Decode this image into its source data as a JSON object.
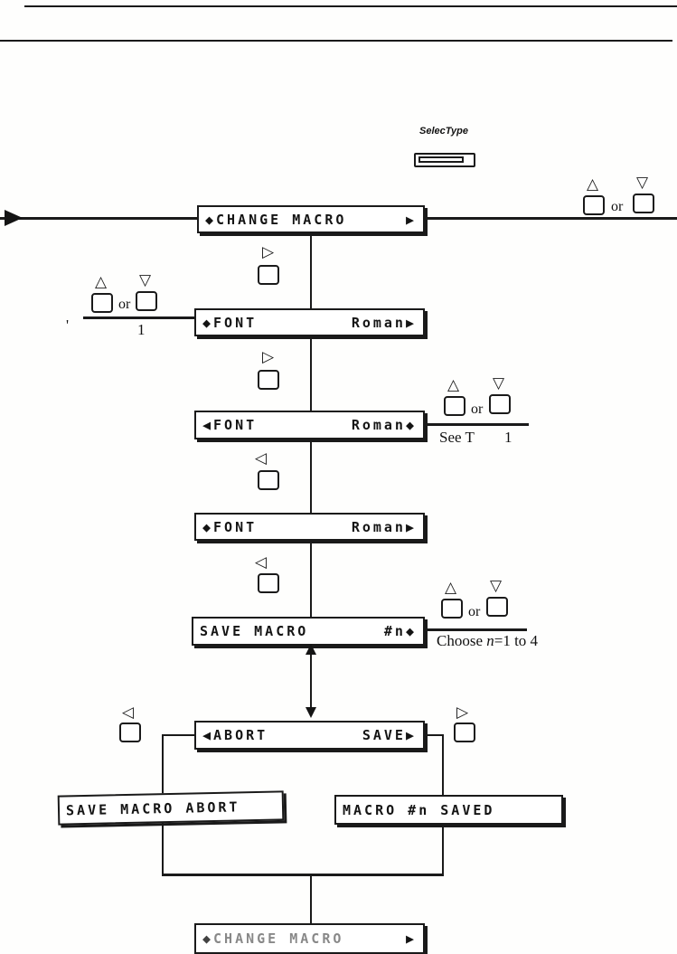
{
  "selectype": {
    "label": "SelecType"
  },
  "keys": {
    "up": "△",
    "down": "▽",
    "left": "◁",
    "right": "▷",
    "or": "or"
  },
  "lcd": {
    "top": {
      "indicator": "◆",
      "label": "CHANGE MACRO",
      "arrow": "▶"
    },
    "font_updown": {
      "indicator": "◆",
      "label": "FONT",
      "value": "Roman",
      "arrow": "▶"
    },
    "font_active": {
      "indicator": "◀",
      "label": "FONT",
      "value": "Roman",
      "arrow": "◆"
    },
    "font_updown2": {
      "indicator": "◆",
      "label": "FONT",
      "value": "Roman",
      "arrow": "▶"
    },
    "save_macro": {
      "label": "SAVE MACRO",
      "value": "#n",
      "arrow": "◆"
    },
    "abort_save": {
      "indicator": "◀",
      "label": "ABORT",
      "value": "SAVE",
      "arrow": "▶"
    },
    "abort_result": {
      "label": "SAVE MACRO ABORT"
    },
    "saved_result": {
      "label": "MACRO #n SAVED"
    },
    "bottom": {
      "indicator": "◆",
      "label": "CHANGE MACRO",
      "arrow": "▶"
    }
  },
  "annotations": {
    "left_mark": "'",
    "left_number": "1",
    "see_table_prefix": "See T",
    "see_table_number": "1",
    "choose_prefix": "Choose ",
    "choose_var": "n",
    "choose_suffix": "=1 to 4"
  }
}
